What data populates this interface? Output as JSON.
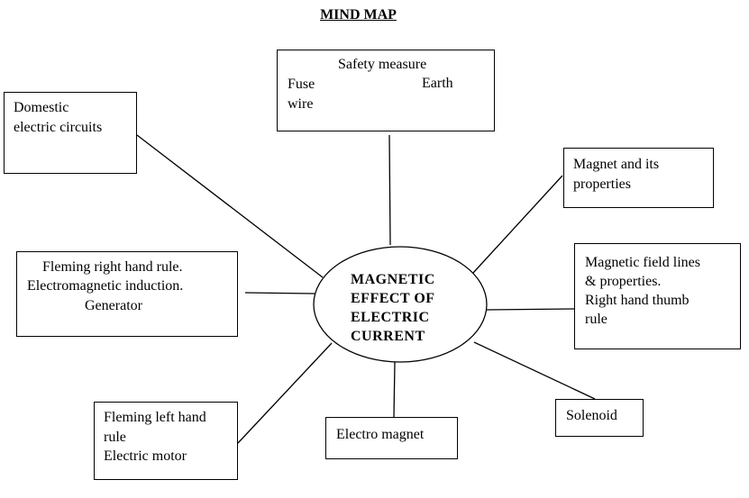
{
  "title": "MIND MAP",
  "center": {
    "lines": [
      "MAGNETIC",
      "EFFECT OF",
      "ELECTRIC",
      "CURRENT"
    ]
  },
  "nodes": {
    "safety": {
      "heading": "Safety measure",
      "left": "Fuse",
      "left2": "wire",
      "right": "Earth"
    },
    "domestic": {
      "lines": [
        "Domestic",
        "electric circuits"
      ]
    },
    "magnet_props": {
      "lines": [
        "Magnet and its",
        "properties"
      ]
    },
    "field_lines": {
      "lines": [
        "Magnetic field lines",
        "& properties.",
        "Right hand thumb",
        "rule"
      ]
    },
    "fleming_right": {
      "lines": [
        "Fleming right hand rule.",
        "Electromagnetic induction.",
        "Generator"
      ]
    },
    "fleming_left": {
      "lines": [
        "Fleming left hand",
        "rule",
        "Electric motor"
      ]
    },
    "electro_magnet": {
      "lines": [
        "Electro magnet"
      ]
    },
    "solenoid": {
      "lines": [
        "Solenoid"
      ]
    }
  }
}
